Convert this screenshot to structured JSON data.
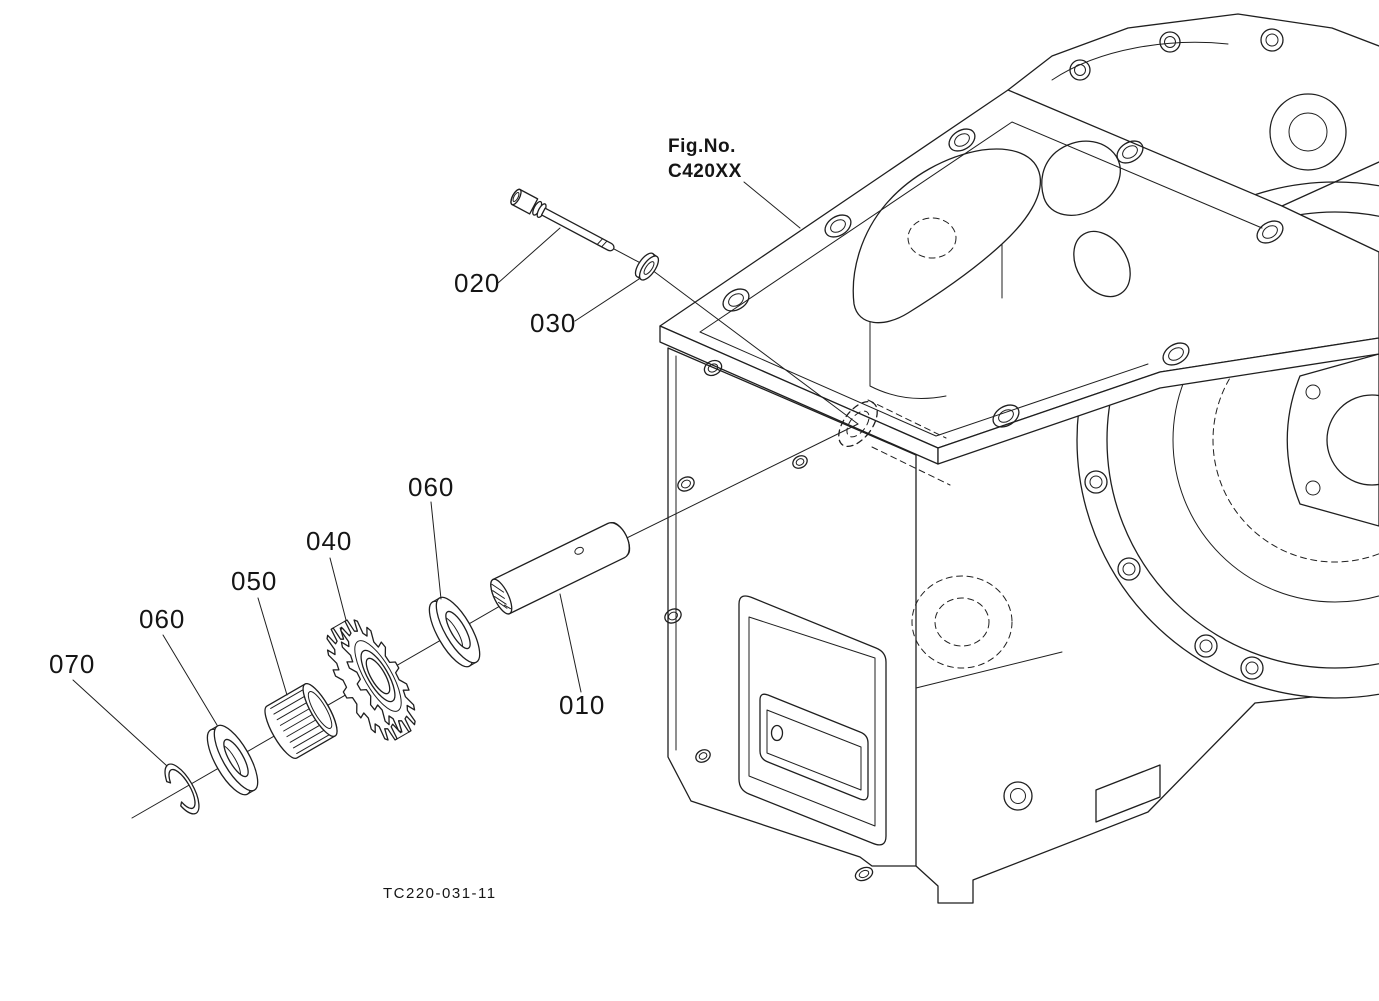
{
  "diagram": {
    "figure_reference": {
      "label": "Fig.No.",
      "value": "C420XX"
    },
    "drawing_code": "TC220-031-11",
    "callouts": [
      {
        "ref": "020"
      },
      {
        "ref": "030"
      },
      {
        "ref": "060"
      },
      {
        "ref": "040"
      },
      {
        "ref": "050"
      },
      {
        "ref": "060"
      },
      {
        "ref": "070"
      },
      {
        "ref": "010"
      }
    ],
    "line_color": "#1f1f1f",
    "background_color": "#ffffff"
  }
}
